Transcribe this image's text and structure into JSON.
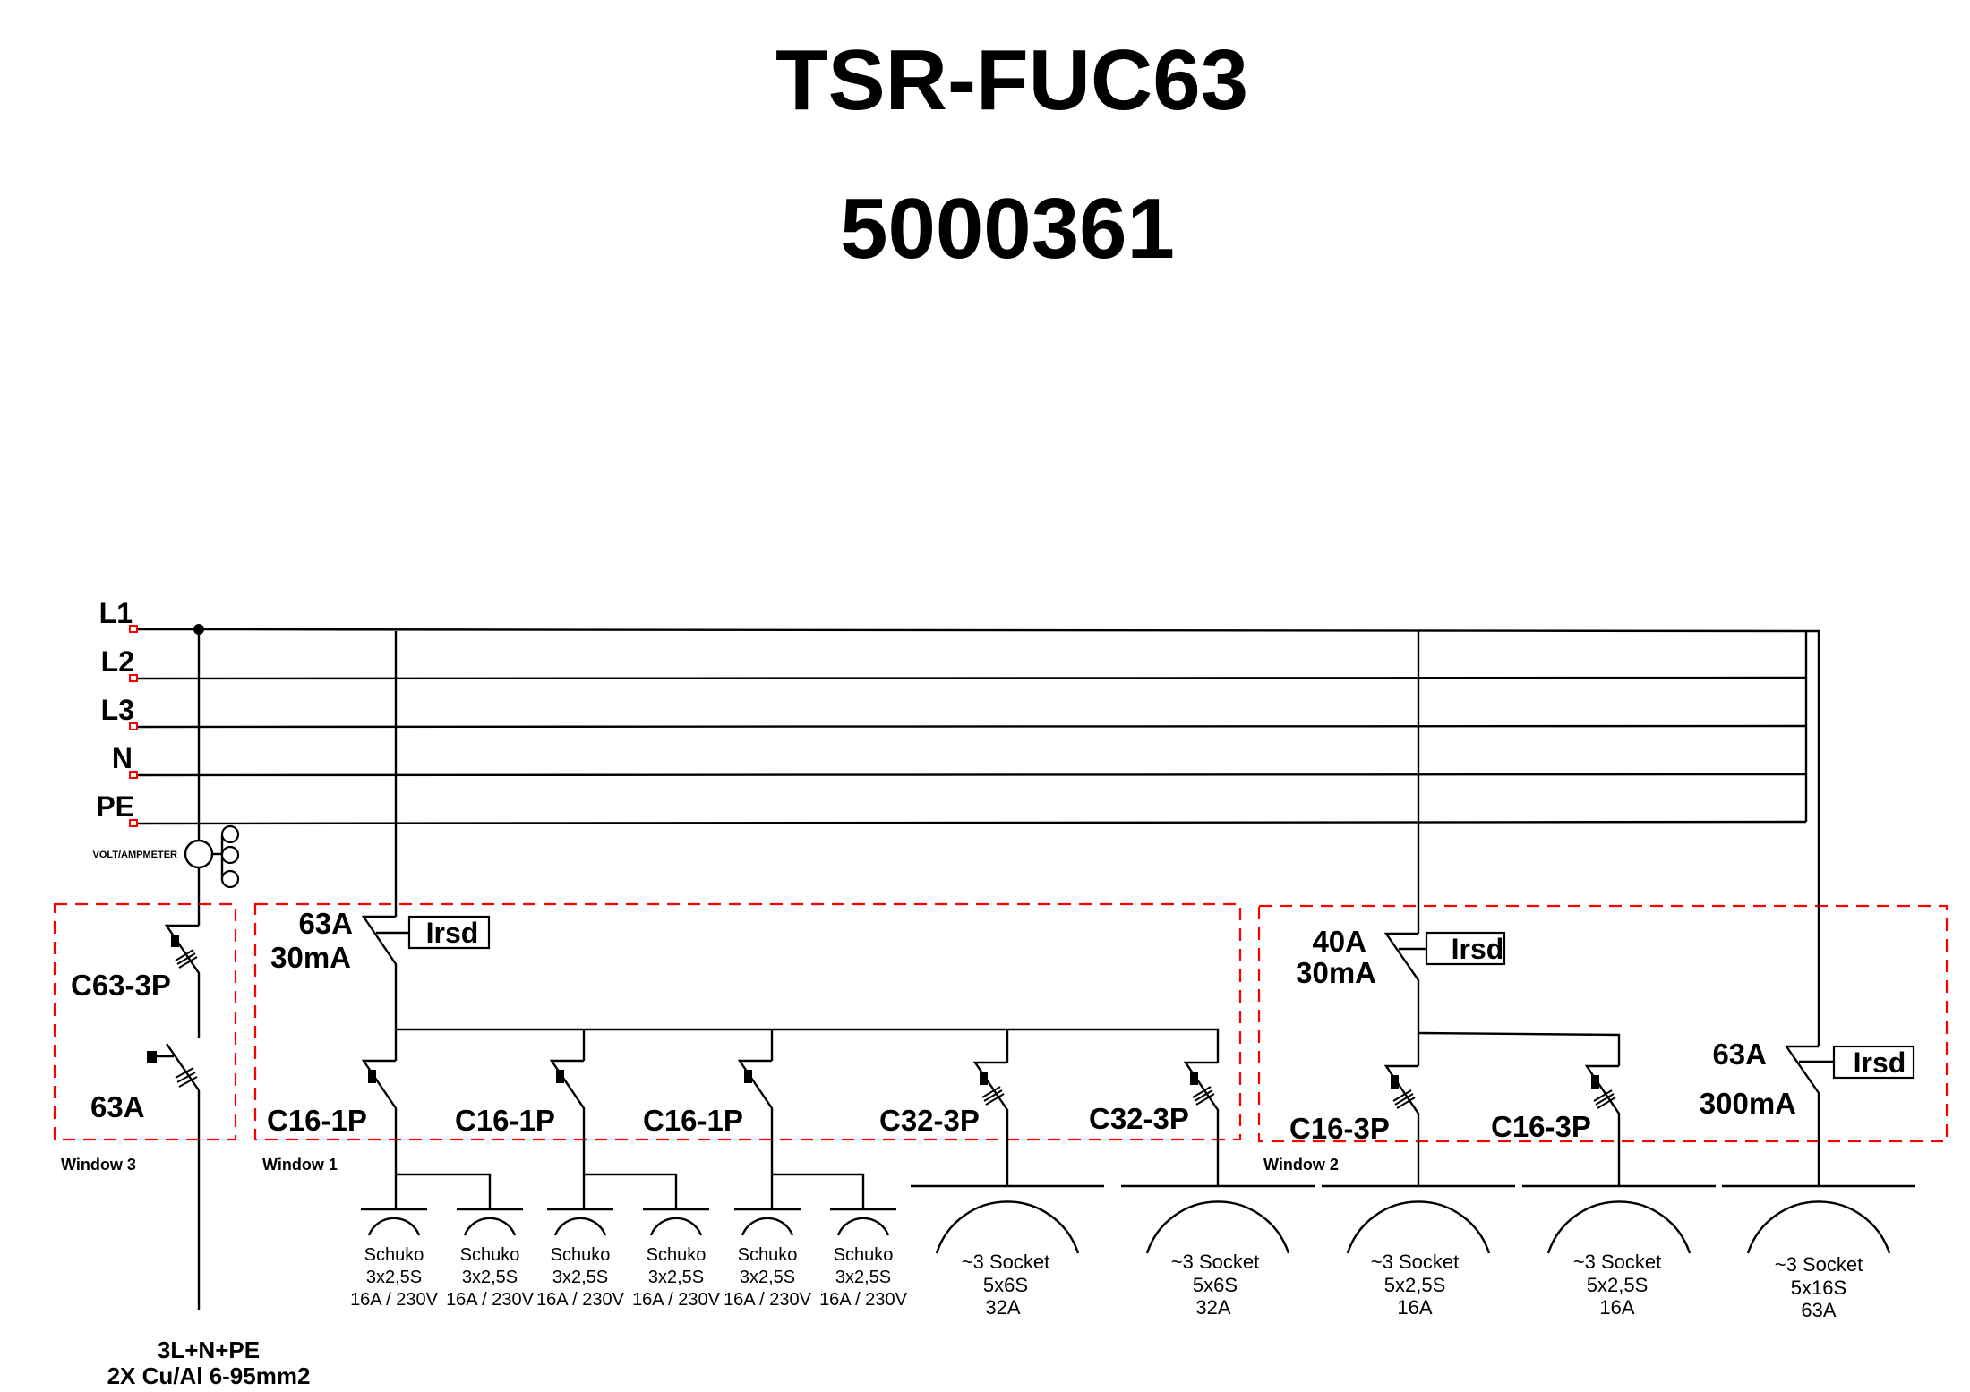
{
  "header": {
    "title": "TSR-FUC63",
    "article_number": "5000361"
  },
  "busbars": [
    {
      "label": "L1"
    },
    {
      "label": "L2"
    },
    {
      "label": "L3"
    },
    {
      "label": "N"
    },
    {
      "label": "PE"
    }
  ],
  "meter": {
    "label": "VOLT/AMPMETER"
  },
  "colors": {
    "wire": "#000000",
    "window_border": "#ff0000",
    "terminal": "#ff0000"
  },
  "windows": [
    {
      "label": "Window 3"
    },
    {
      "label": "Window 1"
    },
    {
      "label": "Window 2"
    }
  ],
  "main_switch": {
    "breaker_label": "C63-3P",
    "isolator_label": "63A"
  },
  "rcds": [
    {
      "rating": "63A",
      "sensitivity": "30mA",
      "trip_label": "Irsd"
    },
    {
      "rating": "40A",
      "sensitivity": "30mA",
      "trip_label": "Irsd"
    },
    {
      "rating": "63A",
      "sensitivity": "300mA",
      "trip_label": "Irsd"
    }
  ],
  "breakers": [
    {
      "label": "C16-1P"
    },
    {
      "label": "C16-1P"
    },
    {
      "label": "C16-1P"
    },
    {
      "label": "C32-3P"
    },
    {
      "label": "C32-3P"
    },
    {
      "label": "C16-3P"
    },
    {
      "label": "C16-3P"
    }
  ],
  "schuko_outlets": [
    {
      "type": "Schuko",
      "cable": "3x2,5S",
      "rating": "16A / 230V"
    },
    {
      "type": "Schuko",
      "cable": "3x2,5S",
      "rating": "16A / 230V"
    },
    {
      "type": "Schuko",
      "cable": "3x2,5S",
      "rating": "16A / 230V"
    },
    {
      "type": "Schuko",
      "cable": "3x2,5S",
      "rating": "16A / 230V"
    },
    {
      "type": "Schuko",
      "cable": "3x2,5S",
      "rating": "16A / 230V"
    },
    {
      "type": "Schuko",
      "cable": "3x2,5S",
      "rating": "16A / 230V"
    }
  ],
  "three_phase_sockets": [
    {
      "type": "~3 Socket",
      "cable": "5x6S",
      "rating": "32A"
    },
    {
      "type": "~3 Socket",
      "cable": "5x6S",
      "rating": "32A"
    },
    {
      "type": "~3 Socket",
      "cable": "5x2,5S",
      "rating": "16A"
    },
    {
      "type": "~3 Socket",
      "cable": "5x2,5S",
      "rating": "16A"
    },
    {
      "type": "~3 Socket",
      "cable": "5x16S",
      "rating": "63A"
    }
  ],
  "supply_cable": {
    "conductors": "3L+N+PE",
    "spec": "2X Cu/Al 6-95mm2"
  }
}
